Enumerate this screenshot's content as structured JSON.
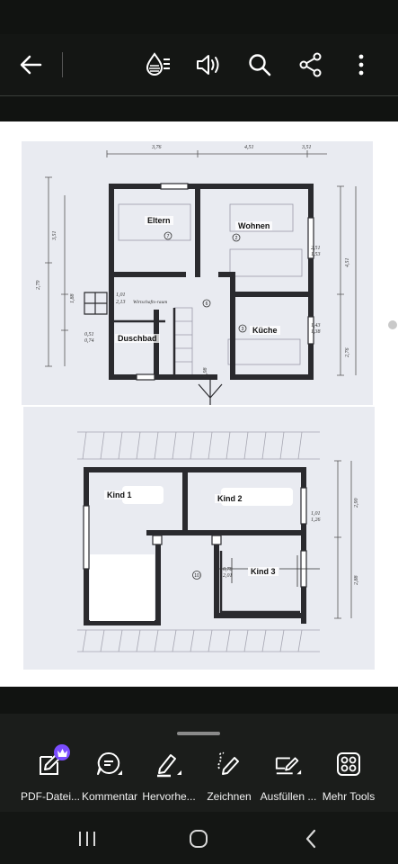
{
  "toolbar": {
    "icons": [
      "back-arrow-icon",
      "read-mode-icon",
      "speaker-icon",
      "search-icon",
      "share-icon",
      "more-icon"
    ]
  },
  "floorplan_top": {
    "rooms": {
      "eltern": "Eltern",
      "wohnen": "Wohnen",
      "duschbad": "Duschbad",
      "kueche": "Küche"
    },
    "dimensions": {
      "top_1": "3,76",
      "top_2": "4,51",
      "top_3": "3,51",
      "left_1": "3,51",
      "left_2": "2,79",
      "left_3": "1,88",
      "wohnen_window": "2,51",
      "wohnen_window_2": "1,53",
      "kueche_window": "1,43",
      "kueche_window_2": "1,38",
      "duschbad_window": "0,51",
      "duschbad_window_2": "0,74",
      "wirtschaft": "1,01",
      "wirtschaft_2": "2,13",
      "wirtschaft_label": "Wirtschafts-raum",
      "door": "0,98",
      "right_1": "4,51",
      "right_2": "2,76"
    },
    "markers": {
      "eltern": "7",
      "wohnen": "2",
      "hall": "6",
      "kueche": "3"
    }
  },
  "floorplan_bottom": {
    "rooms": {
      "kind1": "Kind 1",
      "kind2": "Kind 2",
      "kind3": "Kind 3"
    },
    "dimensions": {
      "right_window": "1,01",
      "right_window_2": "1,26",
      "right_1": "2,90",
      "right_2": "2,88",
      "kind3_window": "0,78",
      "kind3_window_2": "2,01"
    },
    "markers": {
      "hall": "10"
    }
  },
  "bottom_tools": [
    {
      "label": "PDF-Datei...",
      "icon": "pdf-edit-icon"
    },
    {
      "label": "Kommentar",
      "icon": "comment-icon"
    },
    {
      "label": "Hervorhe...",
      "icon": "highlight-icon"
    },
    {
      "label": "Zeichnen",
      "icon": "draw-icon"
    },
    {
      "label": "Ausfüllen ...",
      "icon": "fill-sign-icon"
    },
    {
      "label": "Mehr Tools",
      "icon": "more-tools-icon"
    }
  ],
  "colors": {
    "toolbar_bg": "#141614",
    "premium_badge": "#7b4dff",
    "plan_paper": "#e9ebf1",
    "wall": "#2a2a2e"
  }
}
